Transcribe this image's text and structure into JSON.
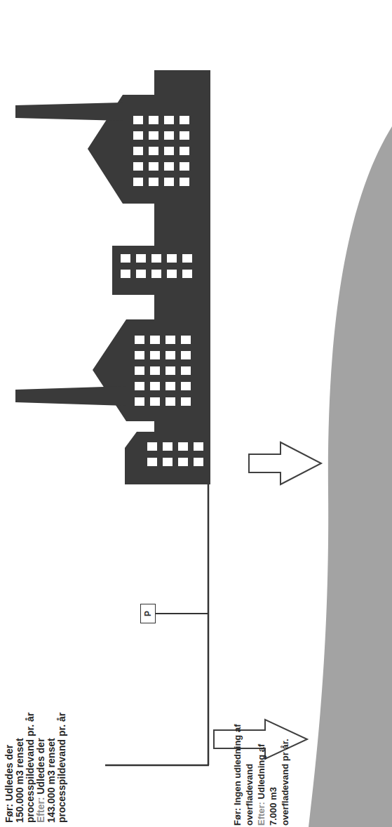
{
  "diagram": {
    "nodes": [
      {
        "text": [
          "P"
        ]
      }
    ],
    "labels": [
      "Før: Udledes der 150.000 m3 renset processpildevand pr. år",
      "Efter: Udledes der 143.000 m3 renset processpildevand pr. år",
      "Før: Ingen udledning af overfladevand",
      "Efter: Udledning af 7.000 m3 overfladevand pr år."
    ]
  }
}
